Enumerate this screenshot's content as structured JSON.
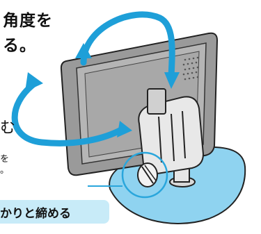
{
  "heading": {
    "line1": "角度を",
    "line2": "る。"
  },
  "side_fragment": "む",
  "note_fragment": {
    "line1": "を",
    "line2": "。"
  },
  "footer": {
    "text": "かりと締める"
  },
  "colors": {
    "arrow": "#1e9fd8",
    "pad": "#8fd3f0",
    "monitor_outline": "#222222",
    "callout_line": "#2aa6dc",
    "footer_band": "#c8ebf8"
  },
  "icons": [
    "rotate-arrow-icon",
    "swivel-arrow-icon",
    "knob-icon"
  ]
}
